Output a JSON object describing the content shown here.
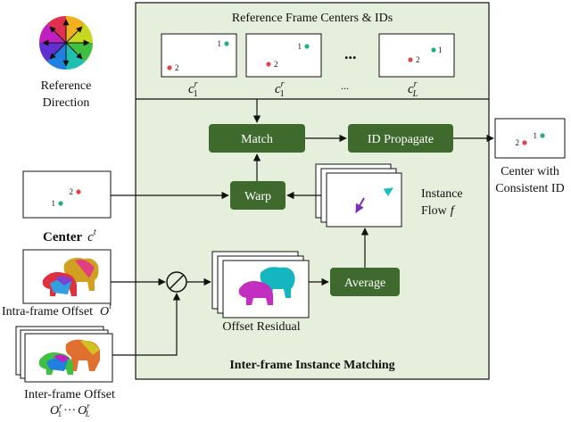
{
  "reference": {
    "label_line1": "Reference",
    "label_line2": "Direction"
  },
  "panel": {
    "header": "Reference Frame Centers & IDs",
    "title": "Inter-frame Instance Matching",
    "ellipsis": "...",
    "ref_frames": [
      {
        "label_base": "c",
        "label_sup": "r",
        "label_sub": "1",
        "ids": [
          "1",
          "2"
        ]
      },
      {
        "label_base": "c",
        "label_sup": "r",
        "label_sub": "1",
        "ids": [
          "1",
          "2"
        ]
      },
      {
        "label_base": "c",
        "label_sup": "r",
        "label_sub": "L",
        "ids": [
          "1",
          "2"
        ]
      }
    ]
  },
  "blocks": {
    "match": "Match",
    "id_propagate": "ID Propagate",
    "warp": "Warp",
    "average": "Average"
  },
  "labels": {
    "center_text": "Center",
    "center_math": "c",
    "center_sup": "t",
    "intra_text": "Intra-frame Offset",
    "intra_math": "O",
    "intra_sup": "t",
    "inter_text": "Inter-frame Offset",
    "inter_range": "O",
    "inter_sup": "r",
    "inter_sub1": "1",
    "inter_dots": "···",
    "inter_subL": "L",
    "offset_residual": "Offset Residual",
    "instance_flow_line1": "Instance",
    "instance_flow_line2": "Flow",
    "instance_flow_math": "f",
    "center_consistent_line1": "Center with",
    "center_consistent_line2": "Consistent ID"
  },
  "colors": {
    "panel_bg": "#e6efdc",
    "block_fill": "#3f6a2d",
    "id1_color": "#25b07a",
    "id2_color": "#e0454a",
    "flow_purple": "#7a2fc0",
    "flow_cyan": "#19c0c0",
    "animal_magenta": "#c02fbf",
    "animal_cyan": "#15b6bd"
  },
  "icons": [
    "color-wheel-icon",
    "circle-minus-icon",
    "arrow-icon"
  ]
}
